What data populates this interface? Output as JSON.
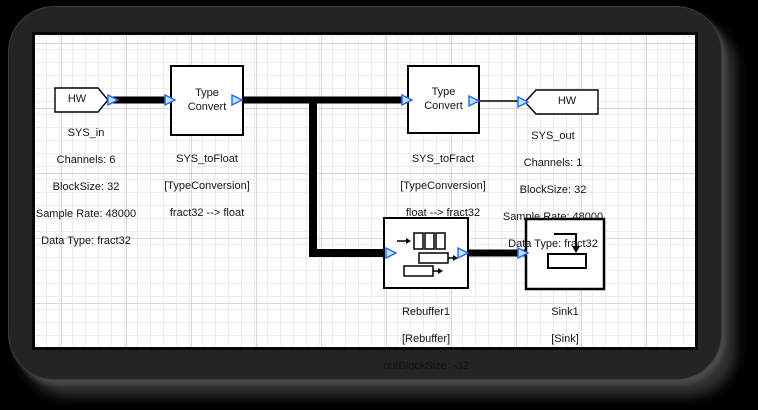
{
  "window": {
    "kind": "block-diagram canvas"
  },
  "colors": {
    "background": "#000000",
    "frame": "#242424",
    "canvas": "#ffffff",
    "grid_minor": "#ececec",
    "grid_major": "#d7d7d7",
    "wire": "#000000",
    "pin_fill": "#b0e9ff",
    "pin_stroke": "#2f62f0",
    "block_fill": "#ffffff",
    "block_border": "#000000",
    "text": "#141414"
  },
  "blocks": {
    "sys_in": {
      "title": "HW",
      "name": "SYS_in",
      "props": [
        "Channels: 6",
        "BlockSize: 32",
        "Sample Rate: 48000",
        "Data Type: fract32"
      ]
    },
    "sys_to_float": {
      "title": "Type\nConvert",
      "name": "SYS_toFloat",
      "type": "[TypeConversion]",
      "detail": "fract32 --> float"
    },
    "sys_to_fract": {
      "title": "Type\nConvert",
      "name": "SYS_toFract",
      "type": "[TypeConversion]",
      "detail": "float --> fract32"
    },
    "sys_out": {
      "title": "HW",
      "name": "SYS_out",
      "props": [
        "Channels: 1",
        "BlockSize: 32",
        "Sample Rate: 48000",
        "Data Type: fract32"
      ]
    },
    "rebuffer": {
      "name": "Rebuffer1",
      "type": "[Rebuffer]",
      "detail": "outBlockSize: -32"
    },
    "sink": {
      "name": "Sink1",
      "type": "[Sink]"
    }
  },
  "connections": [
    "SYS_in -> SYS_toFloat",
    "SYS_toFloat -> SYS_toFract",
    "SYS_toFloat -> Rebuffer1",
    "SYS_toFract -> SYS_out",
    "Rebuffer1 -> Sink1"
  ]
}
